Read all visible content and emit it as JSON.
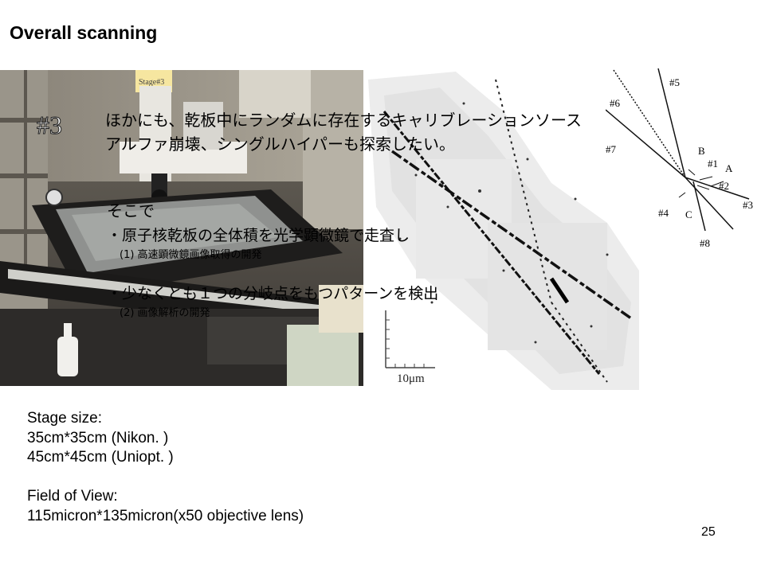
{
  "slide": {
    "title": "Overall scanning",
    "page_number": "25"
  },
  "overlay": {
    "line1": "ほかにも、乾板中にランダムに存在するキャリブレーションソース",
    "line2": "アルファ崩壊、シングルハイパーも探索したい。",
    "sokode": "そこで",
    "bullet1": "・原子核乾板の全体積を光学顕微鏡で走査し",
    "sub1": "(1) 高速顕微鏡画像取得の開発",
    "bullet2": "・少なくとも１つの分岐点をもつパターンを検出",
    "sub2": "(2) 画像解析の開発"
  },
  "photo": {
    "label": "#3",
    "sticker": "Stage#3"
  },
  "micrograph": {
    "scale_label": "10μm"
  },
  "diagram": {
    "labels": [
      "#5",
      "#6",
      "#7",
      "B",
      "#1",
      "A",
      "#2",
      "#3",
      "#4",
      "C",
      "#8"
    ]
  },
  "info": {
    "stage_size_label": "Stage size:",
    "stage_nikon": "35cm*35cm (Nikon. )",
    "stage_uniopt": "45cm*45cm (Uniopt. )",
    "fov_label": "Field of View:",
    "fov_value": "115micron*135micron(x50  objective lens)"
  }
}
